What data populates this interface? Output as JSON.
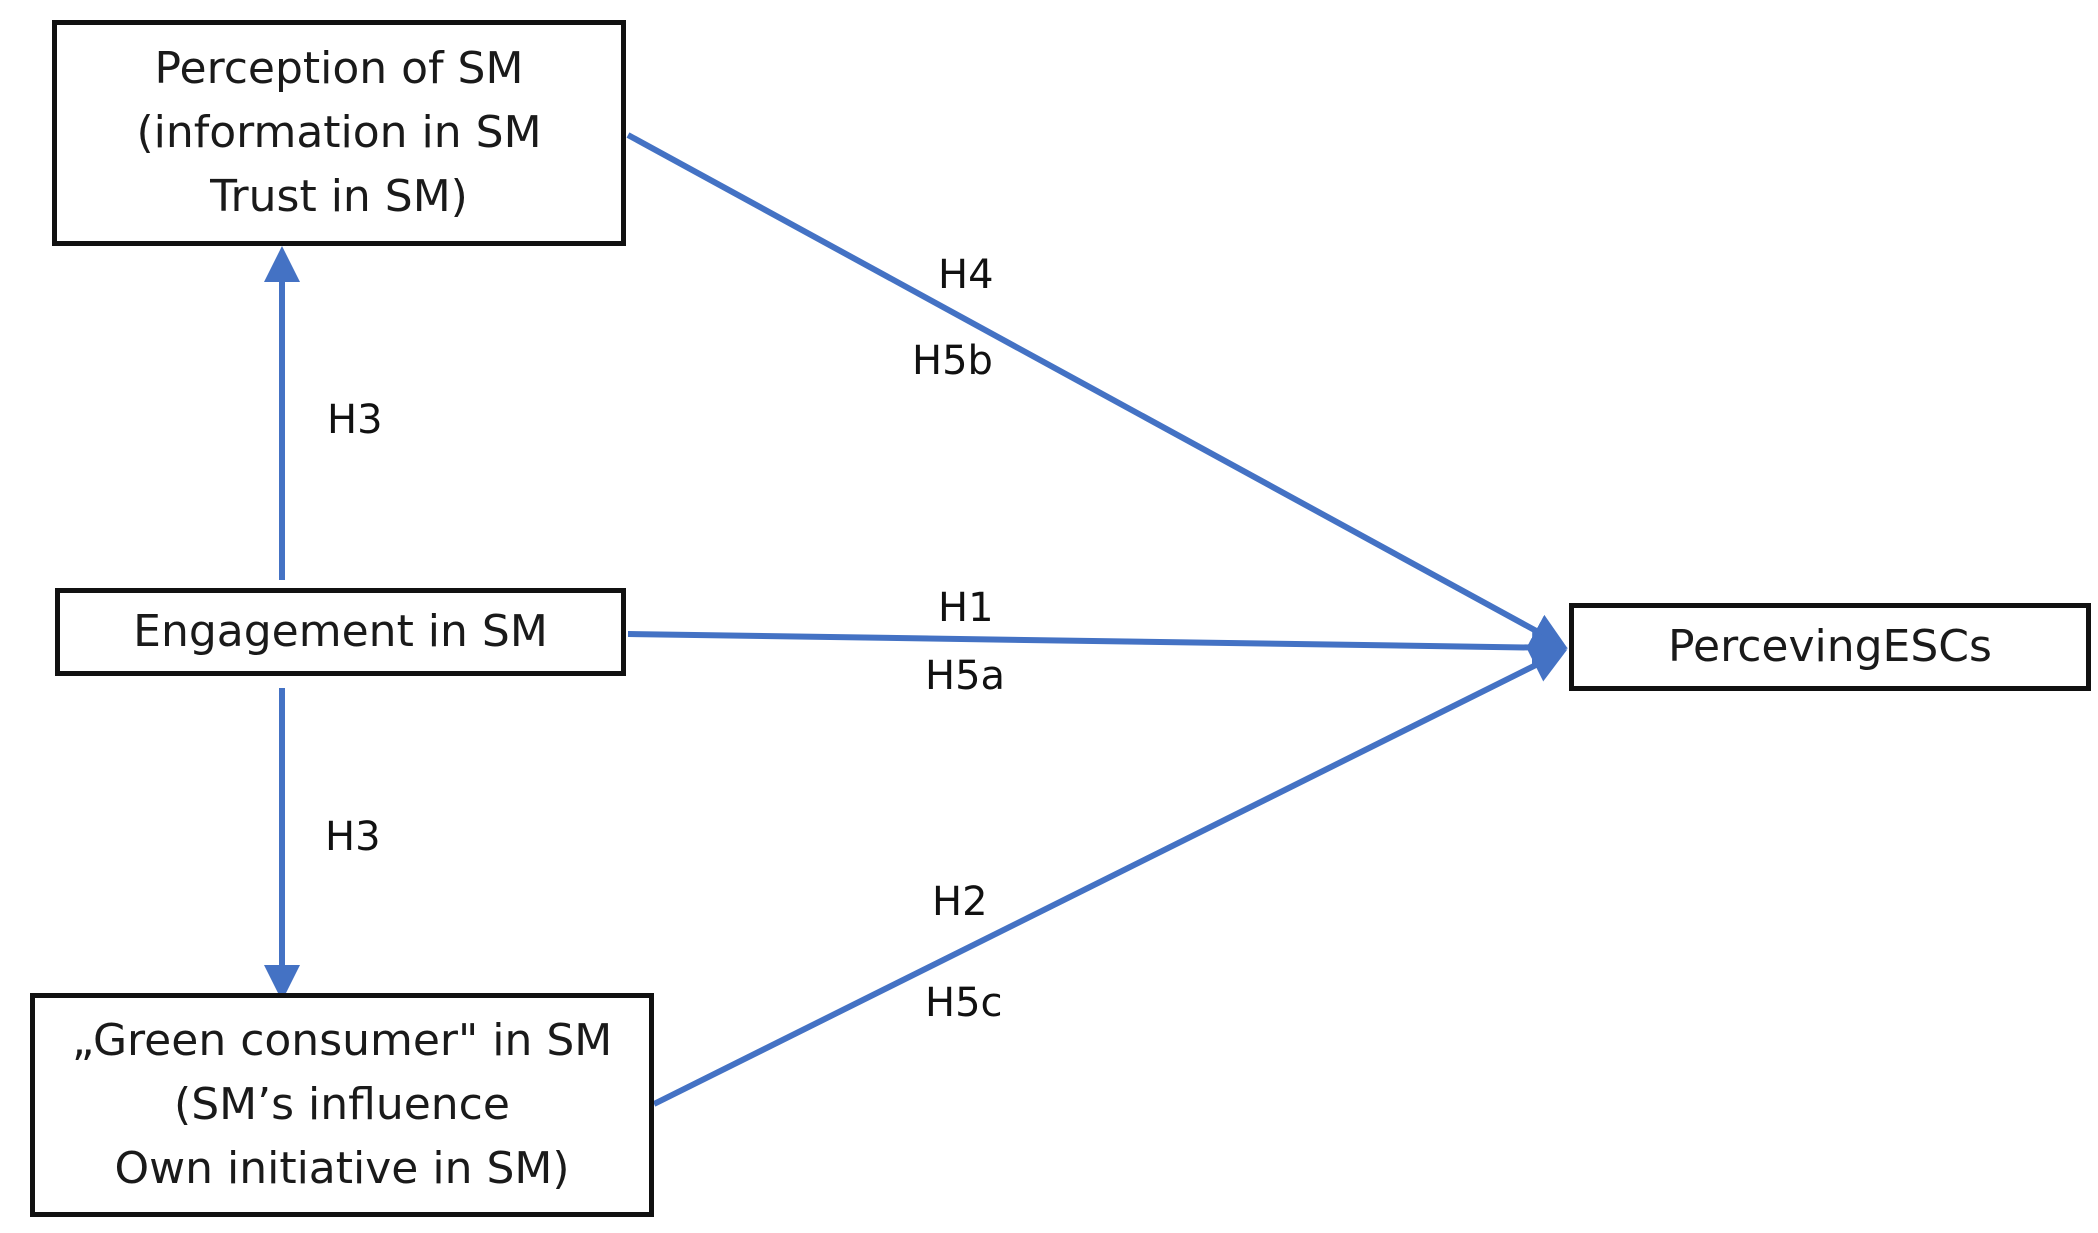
{
  "colors": {
    "arrow": "#4472C4",
    "box_border": "#111111",
    "text": "#1a1a1a"
  },
  "nodes": {
    "perception": {
      "line1": "Perception of SM",
      "line2": "(information in SM",
      "line3": "Trust in SM)"
    },
    "engagement": {
      "line1": "Engagement in SM"
    },
    "green_consumer": {
      "line1": "„Green consumer\" in SM",
      "line2": "(SM’s influence",
      "line3": "Own initiative in SM)"
    },
    "perceiving_escs": {
      "line1": "PercevingESCs"
    }
  },
  "edges": {
    "h4": "H4",
    "h5b": "H5b",
    "h3_up": "H3",
    "h1": "H1",
    "h5a": "H5a",
    "h3_down": "H3",
    "h2": "H2",
    "h5c": "H5c"
  }
}
